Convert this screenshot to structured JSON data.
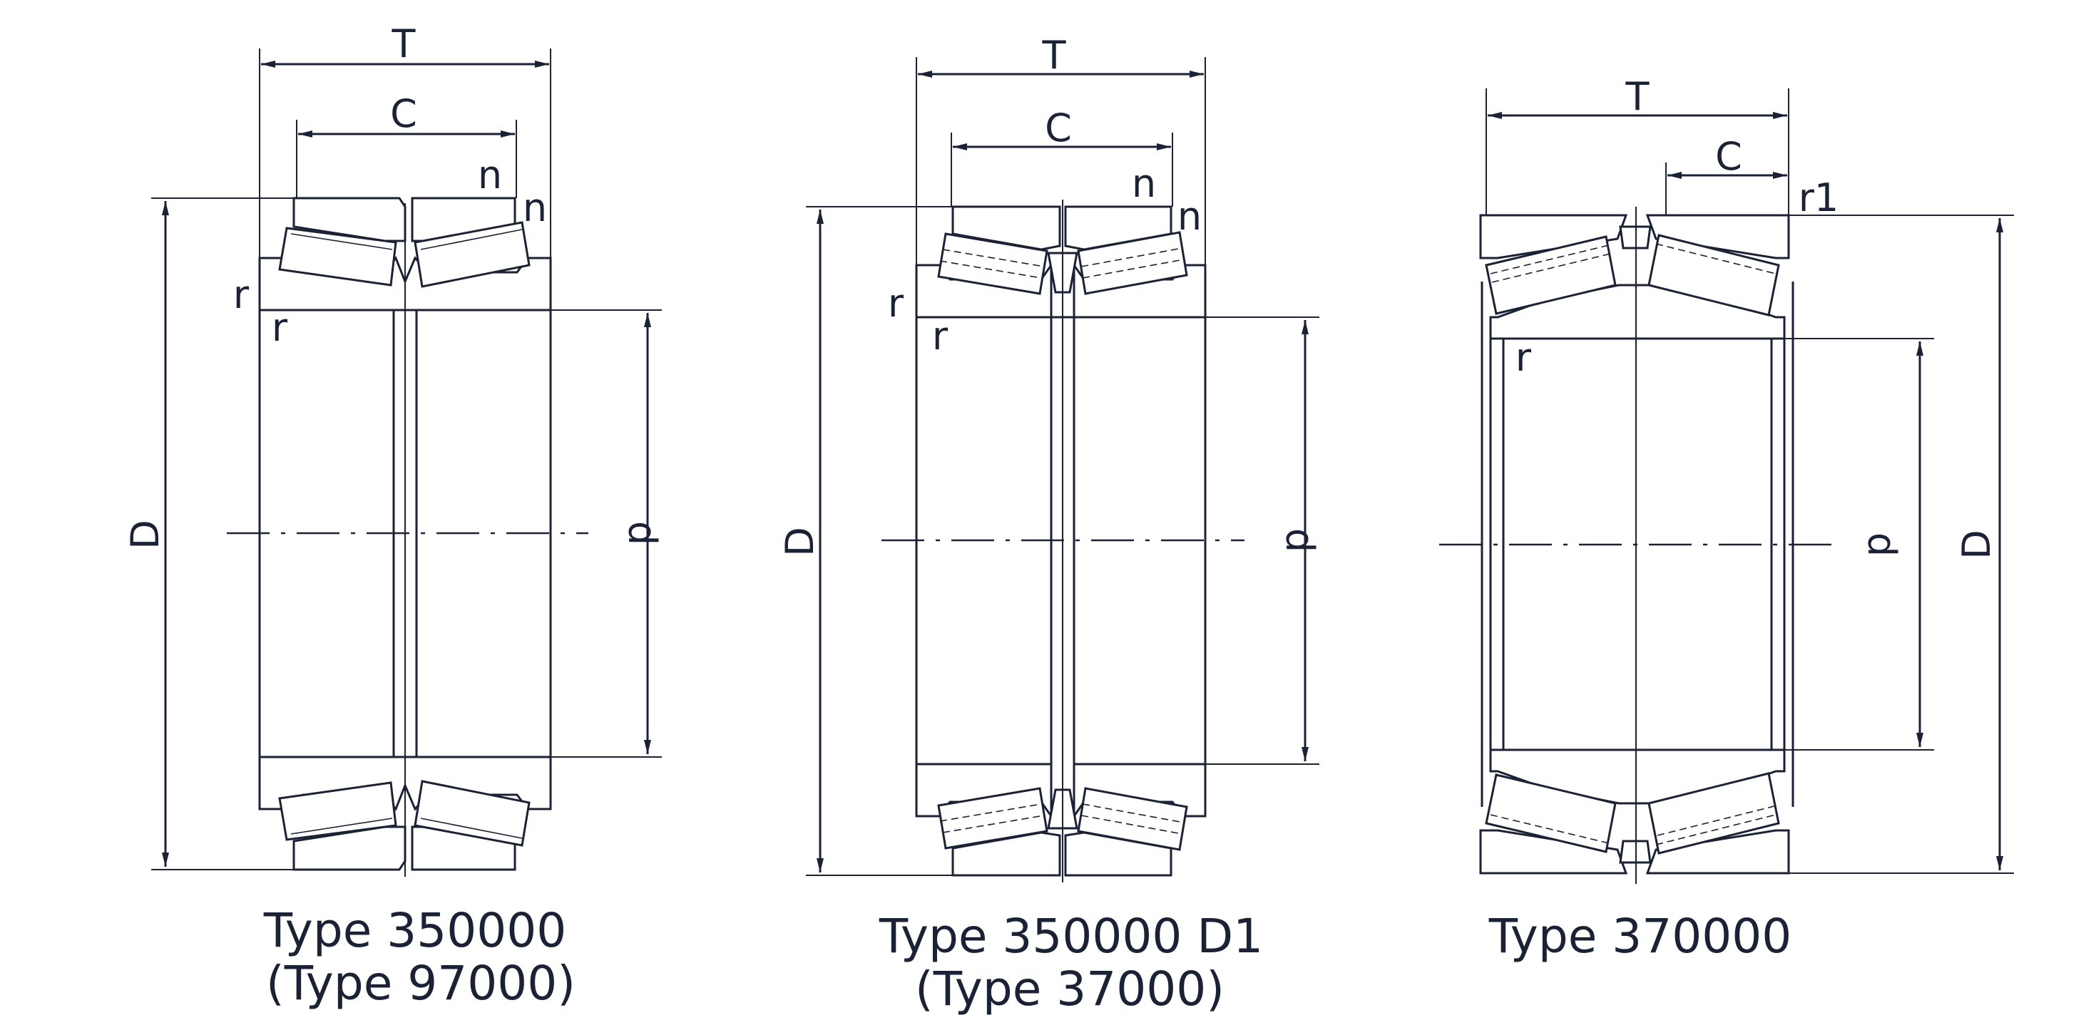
{
  "diagrams": [
    {
      "id": "type-350000",
      "caption_line1": "Type 350000",
      "caption_line2": "(Type 97000)",
      "labels": {
        "T": "T",
        "C": "C",
        "n_upper": "n",
        "n_lower": "n",
        "r_outer": "r",
        "r_inner": "r",
        "D": "D",
        "d": "d"
      }
    },
    {
      "id": "type-350000-d1",
      "caption_line1": "Type 350000 D1",
      "caption_line2": "(Type 37000)",
      "labels": {
        "T": "T",
        "C": "C",
        "n_upper": "n",
        "n_lower": "n",
        "r_outer": "r",
        "r_inner": "r",
        "D": "D",
        "d": "d"
      }
    },
    {
      "id": "type-370000",
      "caption_line1": "Type 370000",
      "labels": {
        "T": "T",
        "C": "C",
        "r1": "r1",
        "r": "r",
        "d": "d",
        "D": "D"
      }
    }
  ],
  "colors": {
    "line": "#1b2235",
    "background": "#ffffff"
  }
}
